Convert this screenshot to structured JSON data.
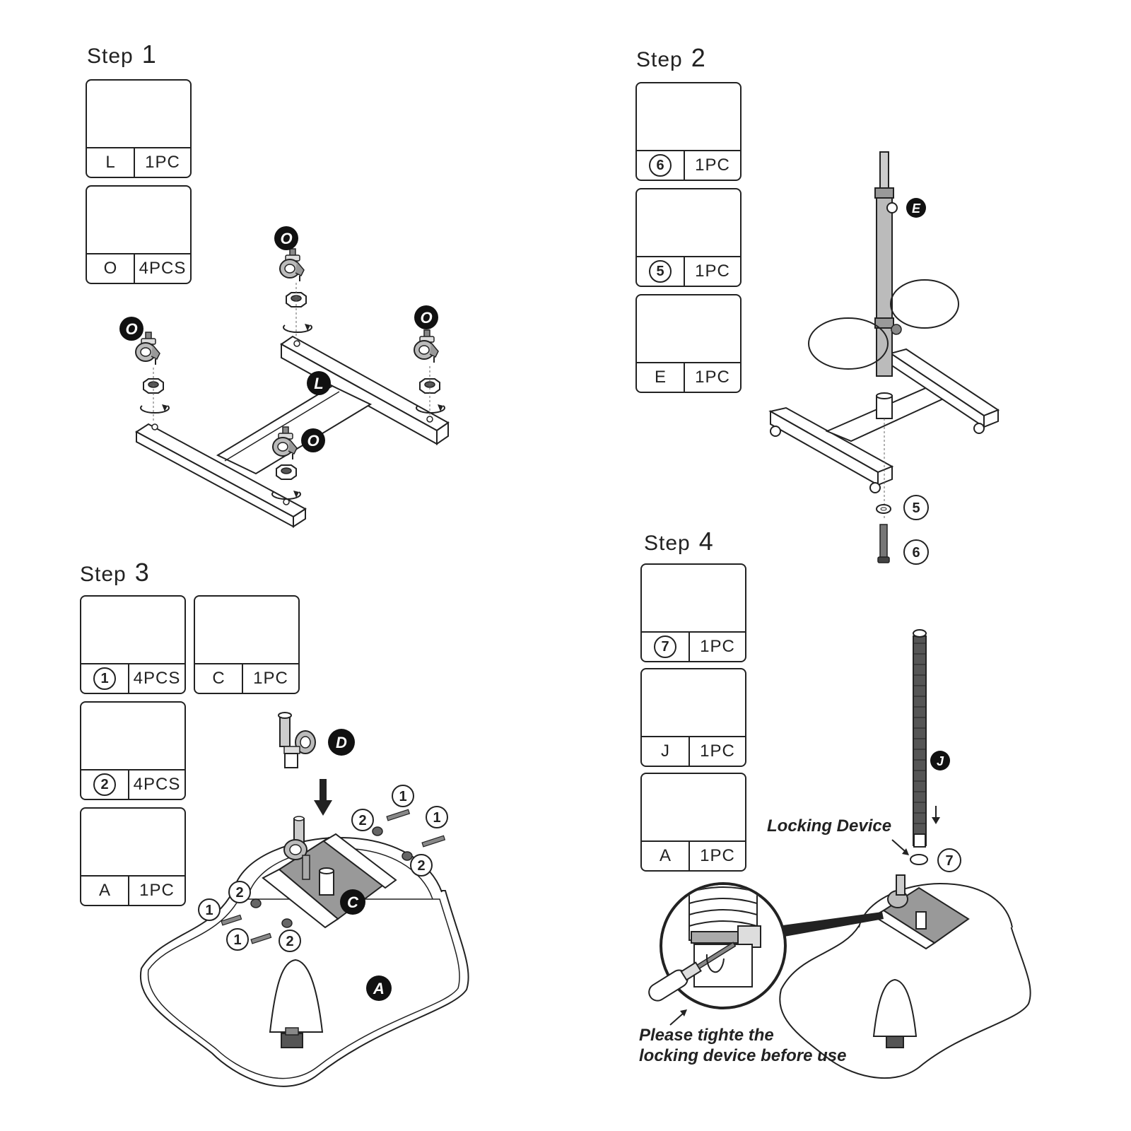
{
  "steps": [
    {
      "word": "Step",
      "num": "1"
    },
    {
      "word": "Step",
      "num": "2"
    },
    {
      "word": "Step",
      "num": "3"
    },
    {
      "word": "Step",
      "num": "4"
    }
  ],
  "parts": {
    "s1_L": {
      "code": "L",
      "qty": "1PC"
    },
    "s1_O": {
      "code": "O",
      "qty": "4PCS"
    },
    "s2_6": {
      "code": "6",
      "qty": "1PC"
    },
    "s2_5": {
      "code": "5",
      "qty": "1PC"
    },
    "s2_E": {
      "code": "E",
      "qty": "1PC"
    },
    "s3_1": {
      "code": "1",
      "qty": "4PCS"
    },
    "s3_C": {
      "code": "C",
      "qty": "1PC"
    },
    "s3_2": {
      "code": "2",
      "qty": "4PCS"
    },
    "s3_A": {
      "code": "A",
      "qty": "1PC"
    },
    "s4_7": {
      "code": "7",
      "qty": "1PC"
    },
    "s4_J": {
      "code": "J",
      "qty": "1PC"
    },
    "s4_A": {
      "code": "A",
      "qty": "1PC"
    }
  },
  "callouts": {
    "O": "O",
    "L": "L",
    "E": "E",
    "D": "D",
    "C": "C",
    "A": "A",
    "J": "J",
    "n1": "1",
    "n2": "2",
    "n5": "5",
    "n6": "6",
    "n7": "7"
  },
  "notes": {
    "locking_device": "Locking Device",
    "tighten_line1": "Please tighte the",
    "tighten_line2": "locking device before use"
  }
}
